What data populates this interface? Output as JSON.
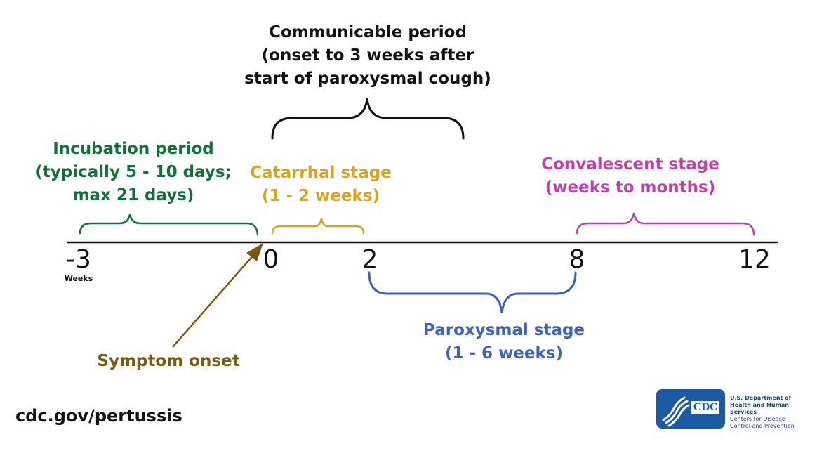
{
  "communicable": {
    "line1": "Communicable period",
    "line2": "(onset to 3 weeks after",
    "line3": "start of paroxysmal cough)"
  },
  "incubation": {
    "line1": "Incubation period",
    "line2": "(typically 5 - 10 days;",
    "line3": "max 21 days)",
    "color": "#13703a"
  },
  "catarrhal": {
    "line1": "Catarrhal stage",
    "line2": "(1 - 2 weeks)",
    "color": "#d9a21f"
  },
  "convalescent": {
    "line1": "Convalescent stage",
    "line2": "(weeks to months)",
    "color": "#c13fa8"
  },
  "paroxysmal": {
    "line1": "Paroxysmal stage",
    "line2": "(1 - 6 weeks)",
    "color": "#3d62b8"
  },
  "onset": {
    "label": "Symptom onset",
    "color": "#7a5a10"
  },
  "axis": {
    "ticks": [
      "-3",
      "0",
      "2",
      "8",
      "12"
    ],
    "unit": "Weeks"
  },
  "footer": {
    "url": "cdc.gov/pertussis"
  },
  "logo": {
    "mark": "CDC",
    "line1": "U.S. Department of",
    "line2": "Health and Human Services",
    "line3": "Centers for Disease",
    "line4": "Control and Prevention"
  }
}
